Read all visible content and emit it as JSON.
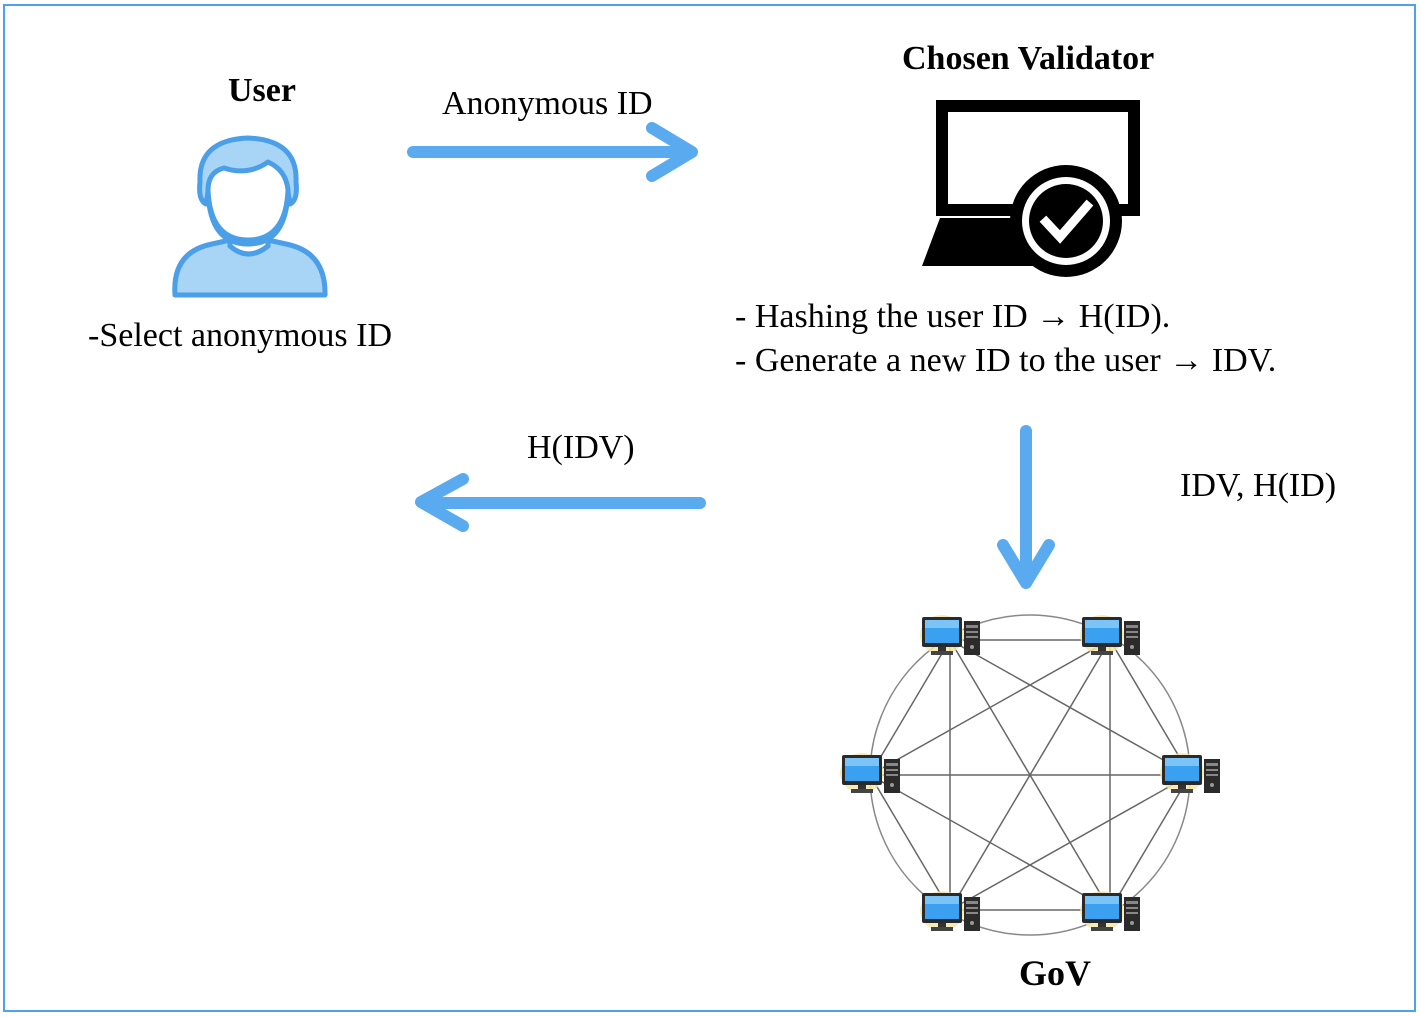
{
  "user": {
    "title": "User",
    "caption": "-Select anonymous ID"
  },
  "validator": {
    "title": "Chosen Validator",
    "step1": "- Hashing the user ID → H(ID).",
    "step2": "- Generate a new ID to the user → IDV."
  },
  "arrows": {
    "to_validator": "Anonymous ID",
    "to_user": "H(IDV)",
    "to_gov": "IDV, H(ID)"
  },
  "gov": {
    "label": "GoV"
  },
  "icons": {
    "user": "user-avatar-icon",
    "validator": "laptop-check-icon",
    "node": "desktop-computer-icon"
  },
  "colors": {
    "accent": "#5aaaf0",
    "frame": "#4ea2ea",
    "user_fill": "#a8d4f5",
    "user_stroke": "#4a9fe8"
  }
}
